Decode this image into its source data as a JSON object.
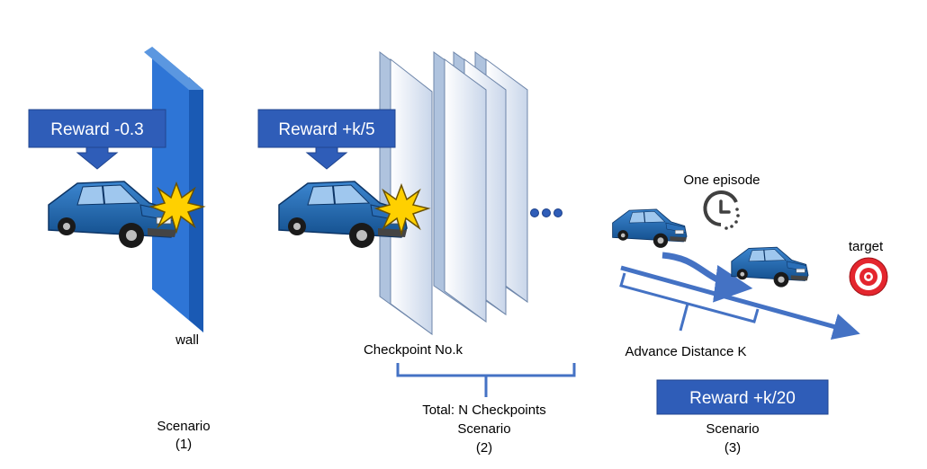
{
  "scenario1": {
    "reward": "Reward -0.3",
    "wall_label": "wall",
    "title": "Scenario",
    "number": "(1)"
  },
  "scenario2": {
    "reward": "Reward +k/5",
    "checkpoint_label": "Checkpoint No.k",
    "total_label": "Total: N Checkpoints",
    "title": "Scenario",
    "number": "(2)"
  },
  "scenario3": {
    "episode_label": "One episode",
    "target_label": "target",
    "distance_label": "Advance Distance K",
    "reward": "Reward +k/20",
    "title": "Scenario",
    "number": "(3)"
  },
  "colors": {
    "accent_blue": "#4472C4",
    "reward_box": "#2F5DB8",
    "wall_blue": "#2E75D6",
    "panel_face": "#DDE6F3",
    "car_blue": "#1F66B0",
    "crash_yellow": "#FFD000",
    "target_red": "#E4262E"
  },
  "icons": [
    "crash-burst-icon",
    "clock-icon",
    "target-icon",
    "ellipsis-icon"
  ]
}
